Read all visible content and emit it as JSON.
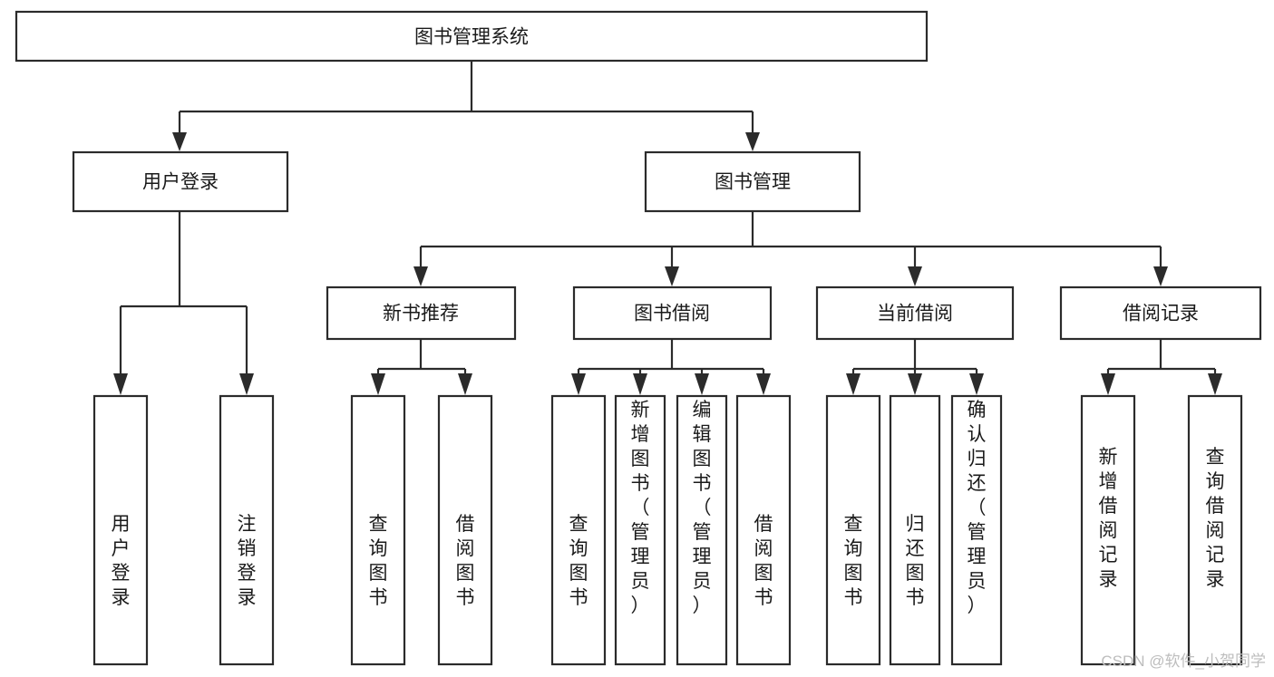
{
  "diagram": {
    "type": "hierarchy-tree",
    "title": "图书管理系统",
    "orientation": "top-down",
    "root": {
      "id": "root",
      "label": "图书管理系统",
      "text_orientation": "horizontal"
    },
    "level2": [
      {
        "id": "user-login",
        "label": "用户登录",
        "text_orientation": "horizontal",
        "children": [
          {
            "id": "user-login-do",
            "label": "用户登录",
            "text_orientation": "vertical"
          },
          {
            "id": "user-logout",
            "label": "注销登录",
            "text_orientation": "vertical"
          }
        ]
      },
      {
        "id": "book-management",
        "label": "图书管理",
        "text_orientation": "horizontal",
        "children": [
          {
            "id": "new-book-recommend",
            "label": "新书推荐",
            "text_orientation": "horizontal",
            "children": [
              {
                "id": "nbr-query-book",
                "label": "查询图书",
                "text_orientation": "vertical"
              },
              {
                "id": "nbr-borrow-book",
                "label": "借阅图书",
                "text_orientation": "vertical"
              }
            ]
          },
          {
            "id": "book-borrow",
            "label": "图书借阅",
            "text_orientation": "horizontal",
            "children": [
              {
                "id": "bb-query-book",
                "label": "查询图书",
                "text_orientation": "vertical"
              },
              {
                "id": "bb-add-book",
                "label": "新增图书（管理员）",
                "text_orientation": "vertical"
              },
              {
                "id": "bb-edit-book",
                "label": "编辑图书（管理员）",
                "text_orientation": "vertical"
              },
              {
                "id": "bb-borrow-book",
                "label": "借阅图书",
                "text_orientation": "vertical"
              }
            ]
          },
          {
            "id": "current-borrow",
            "label": "当前借阅",
            "text_orientation": "horizontal",
            "children": [
              {
                "id": "cb-query-book",
                "label": "查询图书",
                "text_orientation": "vertical"
              },
              {
                "id": "cb-return-book",
                "label": "归还图书",
                "text_orientation": "vertical"
              },
              {
                "id": "cb-confirm-return",
                "label": "确认归还（管理员）",
                "text_orientation": "vertical"
              }
            ]
          },
          {
            "id": "borrow-records",
            "label": "借阅记录",
            "text_orientation": "horizontal",
            "children": [
              {
                "id": "br-add-record",
                "label": "新增借阅记录",
                "text_orientation": "vertical"
              },
              {
                "id": "br-query-record",
                "label": "查询借阅记录",
                "text_orientation": "vertical"
              }
            ]
          }
        ]
      }
    ]
  },
  "watermark": {
    "text": "CSDN @软件_小贺同学"
  },
  "colors": {
    "stroke": "#2b2b2b",
    "box_fill": "#ffffff",
    "text": "#1a1a1a",
    "background": "#ffffff",
    "watermark": "#bdbdbd"
  }
}
